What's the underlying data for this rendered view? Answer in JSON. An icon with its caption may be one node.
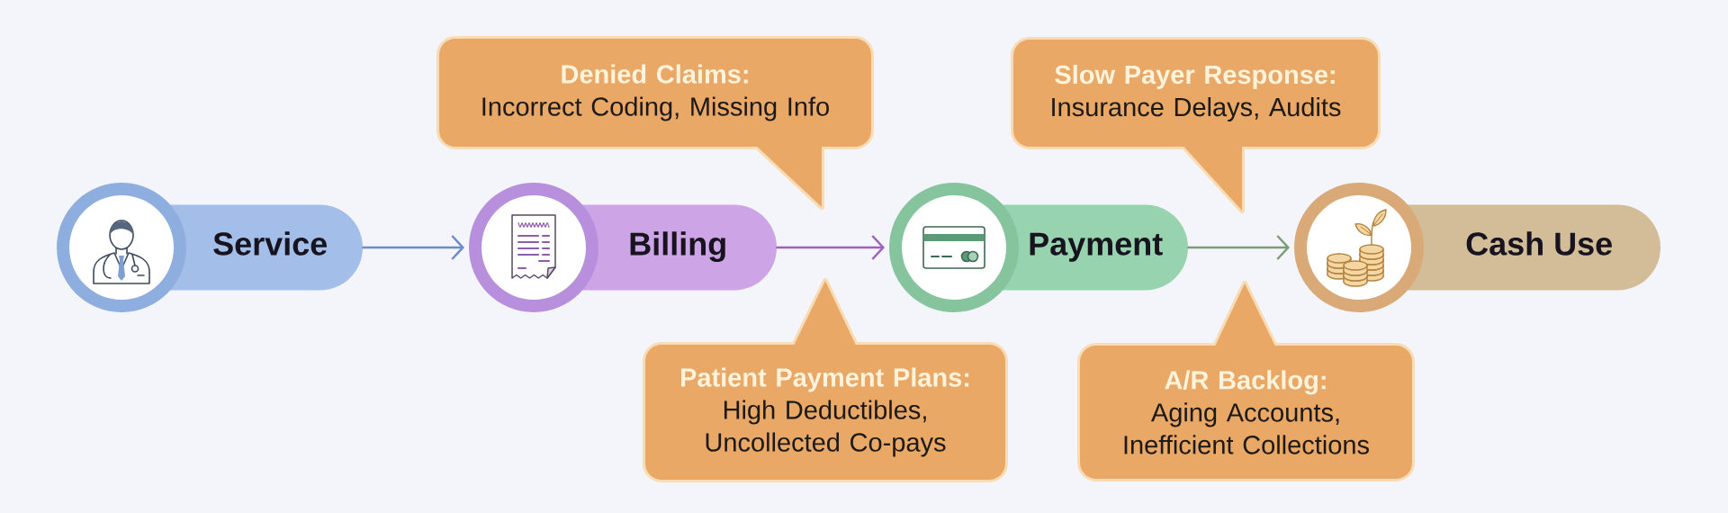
{
  "diagram": {
    "nodes": [
      {
        "text": [
          "Denied Claims:",
          "Incorrect Coding, Missing Info"
        ]
      },
      {
        "text": [
          "Slow Payer Response:",
          "Insurance Delays, Audits"
        ]
      },
      {
        "text": [
          "Service"
        ]
      },
      {
        "text": [
          "Billing"
        ]
      },
      {
        "text": [
          "Payment"
        ]
      },
      {
        "text": [
          "Cash Use"
        ]
      },
      {
        "text": [
          "Patient Payment Plans:",
          "High Deductibles, Uncollected Co-pays"
        ]
      },
      {
        "text": [
          "A/R Backlog:",
          "Aging Accounts, Inefficient Collections"
        ]
      }
    ],
    "edges": [
      {
        "from": 2,
        "to": 3,
        "arrow": "to",
        "color": "#6e8cc8"
      },
      {
        "from": 3,
        "to": 4,
        "arrow": "to",
        "color": "#9b62bd"
      },
      {
        "from": 4,
        "to": 5,
        "arrow": "to",
        "color": "#7c9c78"
      }
    ]
  }
}
